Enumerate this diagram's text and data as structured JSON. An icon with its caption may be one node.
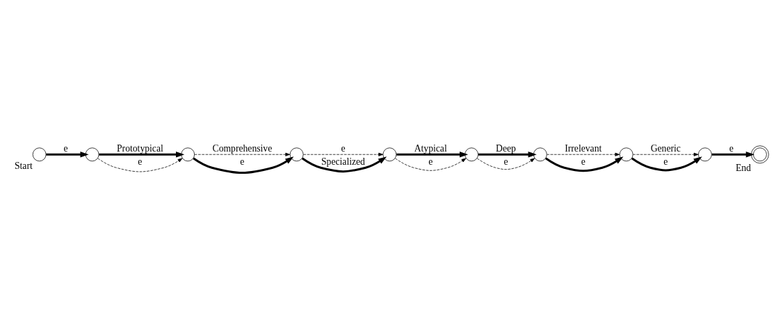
{
  "diagram": {
    "nodes": [
      {
        "text": [],
        "shape": "circle",
        "beside": [
          "Start"
        ]
      },
      {
        "text": [],
        "shape": "circle"
      },
      {
        "text": [],
        "shape": "circle"
      },
      {
        "text": [],
        "shape": "circle"
      },
      {
        "text": [],
        "shape": "circle"
      },
      {
        "text": [],
        "shape": "circle"
      },
      {
        "text": [],
        "shape": "circle"
      },
      {
        "text": [],
        "shape": "circle"
      },
      {
        "text": [],
        "shape": "circle"
      },
      {
        "text": [],
        "shape": "doublecircle",
        "beside": [
          "End"
        ]
      }
    ],
    "edges": [
      {
        "from": 0,
        "to": 1,
        "arrow": "to",
        "label": "e"
      },
      {
        "from": 1,
        "to": 2,
        "arrow": "to",
        "label": "Prototypical"
      },
      {
        "from": 1,
        "to": 2,
        "arrow": "to",
        "label": "e",
        "style": "dashed"
      },
      {
        "from": 2,
        "to": 3,
        "arrow": "to",
        "label": "Comprehensive",
        "style": "dashed"
      },
      {
        "from": 2,
        "to": 3,
        "arrow": "to",
        "label": "e"
      },
      {
        "from": 3,
        "to": 4,
        "arrow": "to",
        "label": "e",
        "style": "dashed"
      },
      {
        "from": 3,
        "to": 4,
        "arrow": "to",
        "label": "Specialized"
      },
      {
        "from": 4,
        "to": 5,
        "arrow": "to",
        "label": "Atypical"
      },
      {
        "from": 4,
        "to": 5,
        "arrow": "to",
        "label": "e",
        "style": "dashed"
      },
      {
        "from": 5,
        "to": 6,
        "arrow": "to",
        "label": "Deep"
      },
      {
        "from": 5,
        "to": 6,
        "arrow": "to",
        "label": "e",
        "style": "dashed"
      },
      {
        "from": 6,
        "to": 7,
        "arrow": "to",
        "label": "Irrelevant",
        "style": "dashed"
      },
      {
        "from": 6,
        "to": 7,
        "arrow": "to",
        "label": "e"
      },
      {
        "from": 7,
        "to": 8,
        "arrow": "to",
        "label": "Generic",
        "style": "dashed"
      },
      {
        "from": 7,
        "to": 8,
        "arrow": "to",
        "label": "e"
      },
      {
        "from": 8,
        "to": 9,
        "arrow": "to",
        "label": "e"
      }
    ]
  }
}
